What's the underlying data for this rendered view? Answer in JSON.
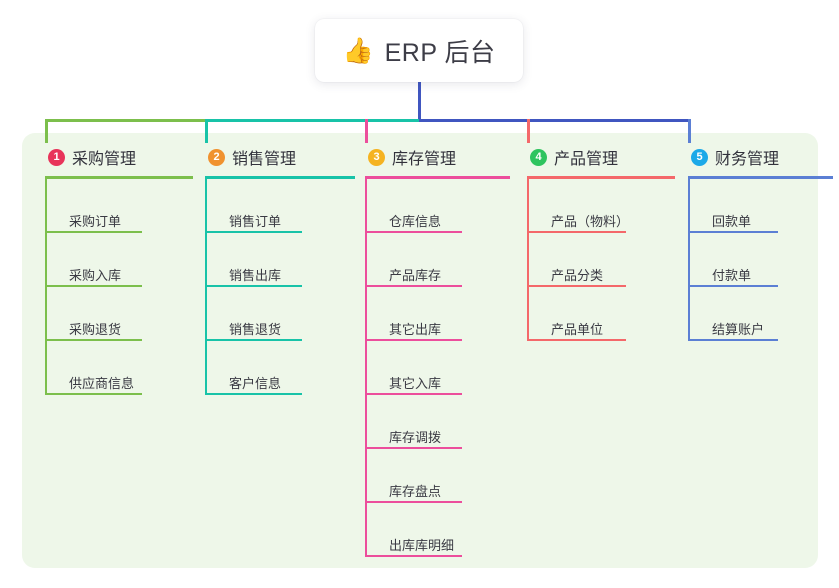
{
  "diagram": {
    "type": "mind-map",
    "root": {
      "icon": "thumbs-up-emoji",
      "icon_glyph": "👍",
      "title": "ERP 后台"
    },
    "panel_color": "#eef7e9",
    "trunk_color": "#4056c0",
    "branches": [
      {
        "number": "1",
        "title": "采购管理",
        "badge_color": "#e8345a",
        "line_color": "#7cbf4c",
        "items": [
          "采购订单",
          "采购入库",
          "采购退货",
          "供应商信息"
        ]
      },
      {
        "number": "2",
        "title": "销售管理",
        "badge_color": "#f0922f",
        "line_color": "#18c3a8",
        "items": [
          "销售订单",
          "销售出库",
          "销售退货",
          "客户信息"
        ]
      },
      {
        "number": "3",
        "title": "库存管理",
        "badge_color": "#f5b321",
        "line_color": "#ec4e9c",
        "items": [
          "仓库信息",
          "产品库存",
          "其它出库",
          "其它入库",
          "库存调拨",
          "库存盘点",
          "出库库明细"
        ]
      },
      {
        "number": "4",
        "title": "产品管理",
        "badge_color": "#2ec45f",
        "line_color": "#f4686a",
        "items": [
          "产品（物料）",
          "产品分类",
          "产品单位"
        ]
      },
      {
        "number": "5",
        "title": "财务管理",
        "badge_color": "#1ca9e8",
        "line_color": "#5b7fd4",
        "items": [
          "回款单",
          "付款单",
          "结算账户"
        ]
      }
    ]
  }
}
